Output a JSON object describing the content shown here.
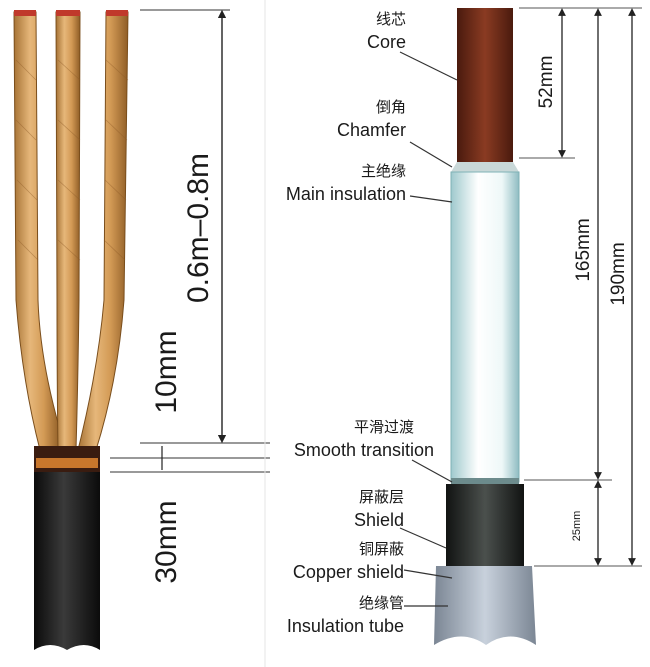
{
  "left_panel": {
    "dimensions": {
      "branch_length": "0.6m–0.8m",
      "transition_band": "10mm",
      "sheath_length": "30mm"
    }
  },
  "right_panel": {
    "labels": {
      "core": {
        "zh": "线芯",
        "en": "Core"
      },
      "chamfer": {
        "zh": "倒角",
        "en": "Chamfer"
      },
      "main_insulation": {
        "zh": "主绝缘",
        "en": "Main insulation"
      },
      "smooth_transition": {
        "zh": "平滑过渡",
        "en": "Smooth transition"
      },
      "shield": {
        "zh": "屏蔽层",
        "en": "Shield"
      },
      "copper_shield": {
        "zh": "铜屏蔽",
        "en": "Copper shield"
      },
      "insulation_tube": {
        "zh": "绝缘管",
        "en": "Insulation tube"
      }
    },
    "dimensions": {
      "core_length": "52mm",
      "insulation_length": "165mm",
      "total_length": "190mm",
      "shield_length": "25mm"
    }
  },
  "colors": {
    "sheath": "#151515",
    "copper_tape": "#c9772c",
    "conductor": "#6b2a19",
    "insulation": "#d5ecec",
    "shield": "#2a2e2c",
    "tube": "#9ea9b6"
  }
}
